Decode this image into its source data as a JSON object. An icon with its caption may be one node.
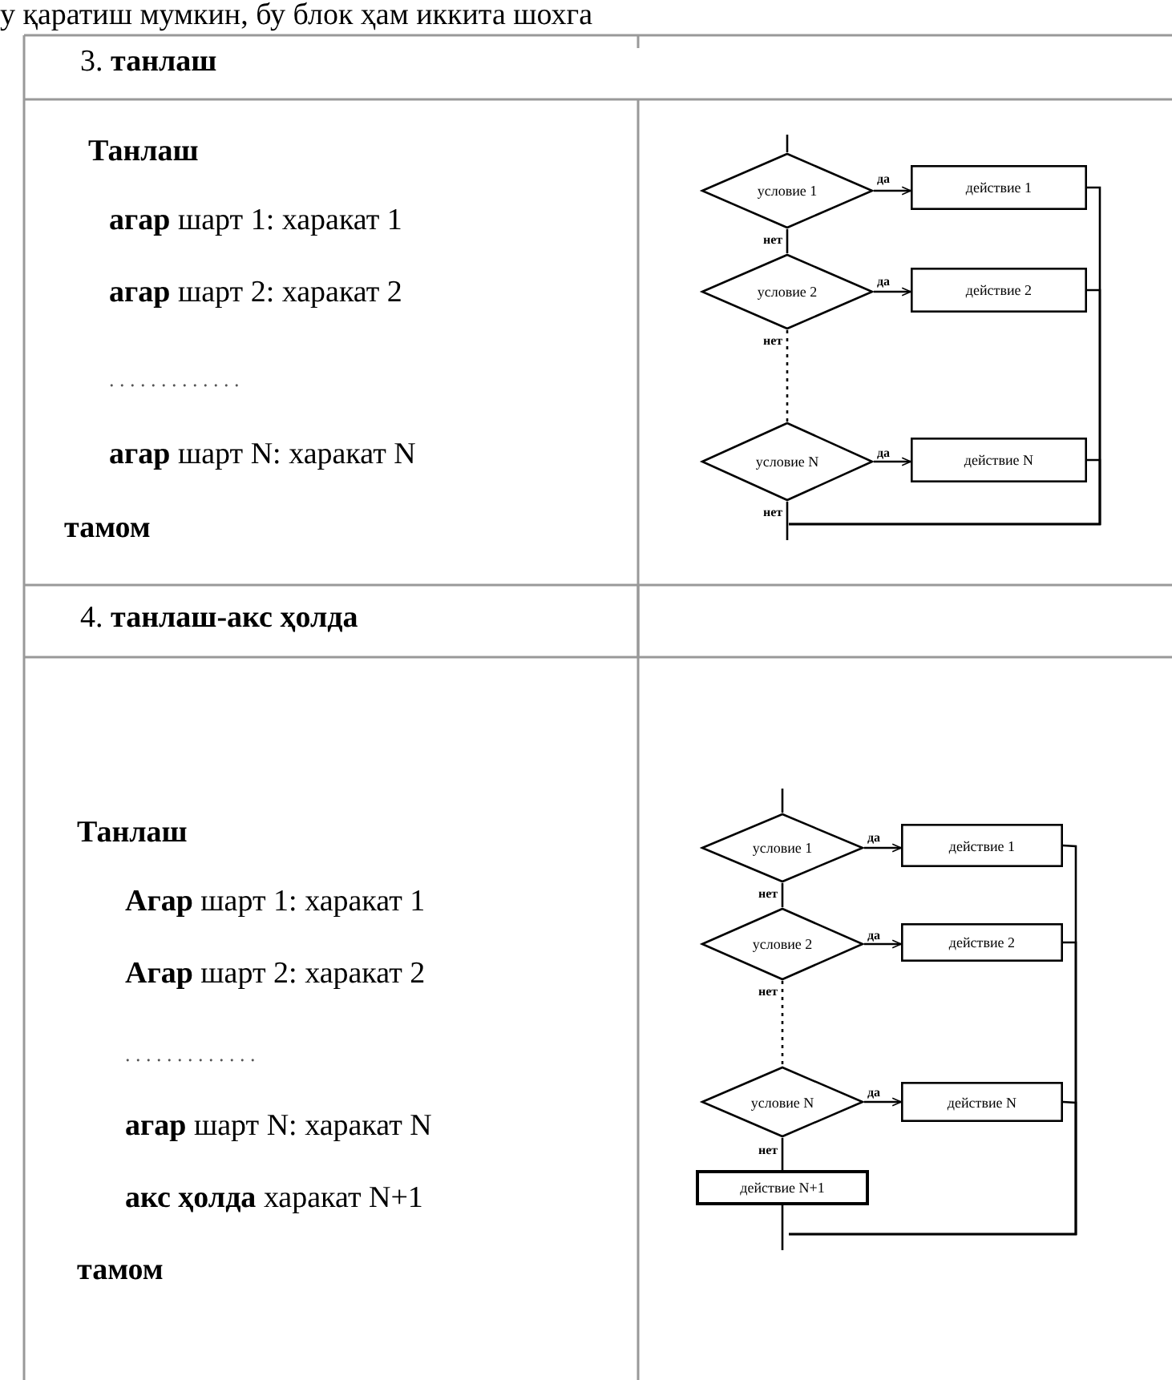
{
  "diagram": {
    "nodes": [
      {
        "text": [
          "условие 1"
        ]
      },
      {
        "text": [
          "действие 1"
        ]
      },
      {
        "text": [
          "условие 2"
        ]
      },
      {
        "text": [
          "действие 2"
        ]
      },
      {
        "text": [
          "условие N"
        ]
      },
      {
        "text": [
          "действие N"
        ]
      },
      {
        "text": [
          "условие 1"
        ]
      },
      {
        "text": [
          "действие 1"
        ]
      },
      {
        "text": [
          "условие 2"
        ]
      },
      {
        "text": [
          "действие 2"
        ]
      },
      {
        "text": [
          "условие N"
        ]
      },
      {
        "text": [
          "действие N"
        ]
      },
      {
        "text": [
          "действие N+1"
        ]
      }
    ],
    "edges": [
      {
        "from": null,
        "to": 0,
        "arrow": "none"
      },
      {
        "from": 0,
        "to": 1,
        "arrow": "to",
        "label": "да"
      },
      {
        "from": 0,
        "to": 2,
        "arrow": "none",
        "label": "нет"
      },
      {
        "from": 1,
        "to": null,
        "arrow": "none"
      },
      {
        "from": 2,
        "to": 3,
        "arrow": "to",
        "label": "да"
      },
      {
        "from": 2,
        "to": 4,
        "arrow": "none",
        "label": "нет",
        "style": "dashed"
      },
      {
        "from": 3,
        "to": null,
        "arrow": "none"
      },
      {
        "from": 4,
        "to": 5,
        "arrow": "to",
        "label": "да"
      },
      {
        "from": 5,
        "to": null,
        "arrow": "none"
      },
      {
        "from": 4,
        "to": null,
        "arrow": "none",
        "label": "нет"
      },
      {
        "from": null,
        "to": 6,
        "arrow": "none"
      },
      {
        "from": 6,
        "to": 7,
        "arrow": "to",
        "label": "да"
      },
      {
        "from": 6,
        "to": 8,
        "arrow": "none",
        "label": "нет"
      },
      {
        "from": 7,
        "to": null,
        "arrow": "none"
      },
      {
        "from": 8,
        "to": 9,
        "arrow": "to",
        "label": "да"
      },
      {
        "from": 8,
        "to": 10,
        "arrow": "none",
        "label": "нет",
        "style": "dashed"
      },
      {
        "from": 9,
        "to": null,
        "arrow": "none"
      },
      {
        "from": 10,
        "to": 11,
        "arrow": "to",
        "label": "да"
      },
      {
        "from": 11,
        "to": null,
        "arrow": "none"
      },
      {
        "from": 10,
        "to": 12,
        "arrow": "none",
        "label": "нет"
      },
      {
        "from": 12,
        "to": null,
        "arrow": "none"
      }
    ],
    "labels": [
      "у қаратиш мумкин, бу блок ҳам иккита шохга",
      "3. **танлаш**",
      "Танлаш",
      "**агар** шарт 1: харакат 1",
      "**агар** шарт 2: харакат 2",
      ". . . . . . . . . . . . .",
      "**агар** шарт N: харакат N",
      "тамом",
      "4. **танлаш-акс ҳолда**",
      "Танлаш",
      "**Агар** шарт 1: харакат 1",
      "**Агар** шарт 2: харакат 2",
      ". . . . . . . . . . . . .",
      "**агар** шарт N: харакат N",
      "**акс ҳолда** харакат N+1",
      "тамом"
    ]
  }
}
